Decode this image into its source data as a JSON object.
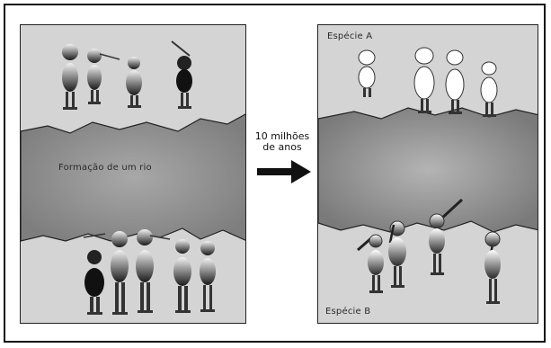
{
  "diagram": {
    "left_panel": {
      "river_label": "Formação de um rio"
    },
    "middle": {
      "time_label_line1": "10 milhões",
      "time_label_line2": "de anos"
    },
    "right_panel": {
      "species_a_label": "Espécie A",
      "species_b_label": "Espécie B"
    }
  },
  "colors": {
    "river": "#8c8c8c",
    "land": "#d2d2d2",
    "ink": "#111111"
  }
}
